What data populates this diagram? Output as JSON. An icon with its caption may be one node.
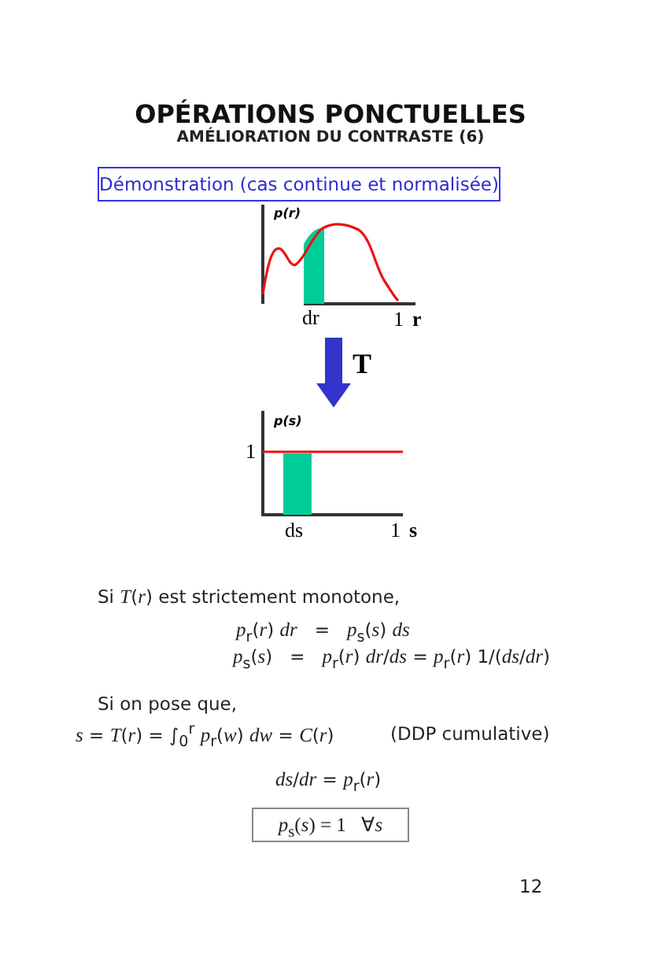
{
  "diagram": {
    "title": "OPÉRATIONS PONCTUELLES",
    "caption": "AMÉLIORATION DU CONTRASTE (6)",
    "nodes": [
      {
        "text": [
          "Démonstration (cas continue et normalisée)"
        ]
      },
      {
        "text": [
          "p(r)",
          "dr",
          "1",
          "r"
        ]
      },
      {
        "text": [
          "p(s)",
          "1",
          "ds",
          "1",
          "s"
        ]
      },
      {
        "text": [
          "*p*$_{s}$(*s*) = 1   ∀*s*"
        ]
      }
    ],
    "edges": [
      {
        "from": 1,
        "to": 2,
        "arrow": "to",
        "label": "T"
      }
    ],
    "labels": [
      "Si *T*(*r*) est strictement monotone,",
      "*p*$_{r}$(*r*) *dr*   =   *p*$_{s}$(*s*) *ds*",
      "*p*$_{s}$(*s*)   =   *p*$_{r}$(*r*) *dr*/*ds* = *p*$_{r}$(*r*) 1/(*ds*/*dr*)",
      "Si on pose que,",
      "*s* = *T*(*r*) = ∫$_{0}$$^{r}$ *p*$_{r}$(*w*) *dw* = *C*(*r*)",
      "(DDP cumulative)",
      "*ds*/*dr* = *p*$_{r}$(*r*)",
      "12"
    ]
  }
}
